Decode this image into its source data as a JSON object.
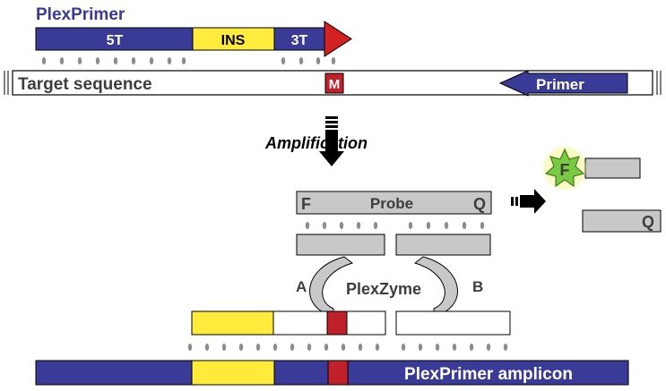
{
  "plexprimer": {
    "title": "PlexPrimer",
    "segments": {
      "five_t": "5T",
      "ins": "INS",
      "three_t": "3T"
    }
  },
  "target": {
    "label": "Target sequence",
    "mismatch": "M",
    "primer": "Primer"
  },
  "step": {
    "label": "Amplification"
  },
  "probe": {
    "label": "Probe",
    "fluor": "F",
    "quencher": "Q"
  },
  "plexzyme": {
    "label": "PlexZyme",
    "arm_a": "A",
    "arm_b": "B"
  },
  "products": {
    "fluor": "F",
    "quencher": "Q"
  },
  "amplicon": {
    "label": "PlexPrimer amplicon"
  },
  "colors": {
    "navy": "#3a3a97",
    "yellow": "#ffeb3b",
    "red": "#d32020",
    "grey": "#c8c8c8",
    "dark_text": "#3d3d3d",
    "fluor_green": "#7ac943",
    "fluor_glow": "#f2f25a"
  }
}
